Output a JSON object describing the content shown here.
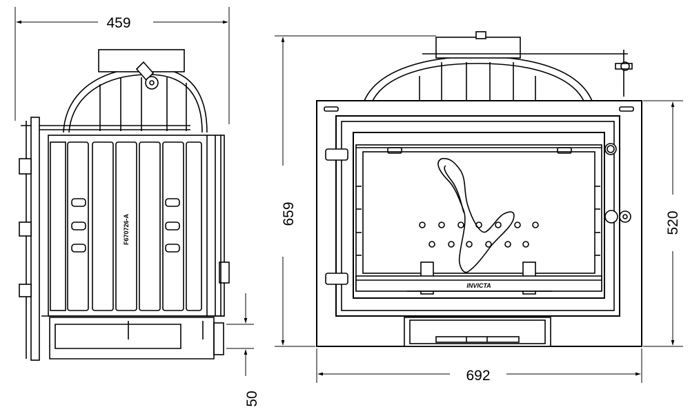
{
  "dimensions": {
    "side_width": "459",
    "front_height": "659",
    "front_width": "692",
    "door_height": "520",
    "ash_height": "50"
  },
  "labels": {
    "part_code": "F670726-A",
    "brand": "INVICTA"
  }
}
